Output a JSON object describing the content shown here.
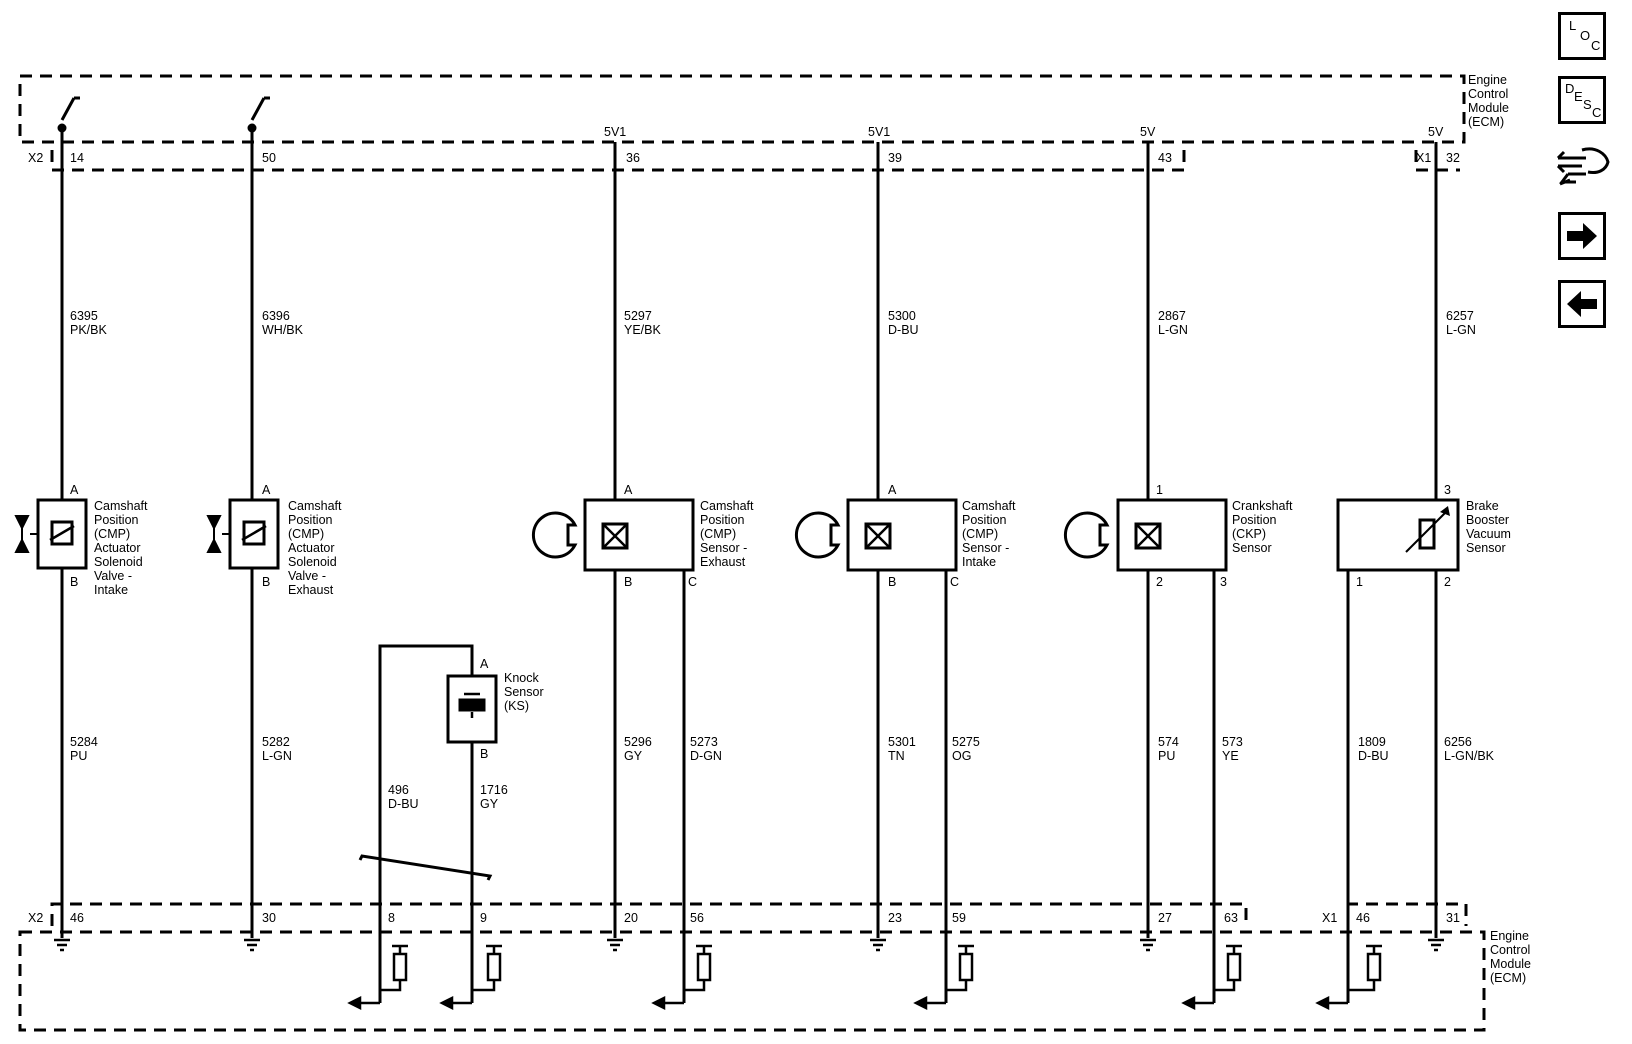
{
  "ecm": {
    "label_lines": [
      "Engine",
      "Control",
      "Module",
      "(ECM)"
    ]
  },
  "connectors": {
    "x2_top": "X2",
    "x1_top": "X1",
    "x2_bottom": "X2",
    "x1_bottom": "X1"
  },
  "top_pins": [
    "14",
    "50",
    "36",
    "39",
    "43",
    "32"
  ],
  "voltages": [
    "5V1",
    "5V1",
    "5V",
    "5V"
  ],
  "upper_wires": [
    {
      "circuit": "6395",
      "color": "PK/BK"
    },
    {
      "circuit": "6396",
      "color": "WH/BK"
    },
    {
      "circuit": "5297",
      "color": "YE/BK"
    },
    {
      "circuit": "5300",
      "color": "D-BU"
    },
    {
      "circuit": "2867",
      "color": "L-GN"
    },
    {
      "circuit": "6257",
      "color": "L-GN"
    }
  ],
  "components": {
    "cmp_act_intake": {
      "pin_top": "A",
      "pin_bottom": "B",
      "label": [
        "Camshaft",
        "Position",
        "(CMP)",
        "Actuator",
        "Solenoid",
        "Valve -",
        "Intake"
      ]
    },
    "cmp_act_exhaust": {
      "pin_top": "A",
      "pin_bottom": "B",
      "label": [
        "Camshaft",
        "Position",
        "(CMP)",
        "Actuator",
        "Solenoid",
        "Valve -",
        "Exhaust"
      ]
    },
    "cmp_sensor_exhaust": {
      "pin_top": "A",
      "pin_b": "B",
      "pin_c": "C",
      "label": [
        "Camshaft",
        "Position",
        "(CMP)",
        "Sensor -",
        "Exhaust"
      ]
    },
    "cmp_sensor_intake": {
      "pin_top": "A",
      "pin_b": "B",
      "pin_c": "C",
      "label": [
        "Camshaft",
        "Position",
        "(CMP)",
        "Sensor -",
        "Intake"
      ]
    },
    "ckp_sensor": {
      "pin_top": "1",
      "pin_b": "2",
      "pin_c": "3",
      "label": [
        "Crankshaft",
        "Position",
        "(CKP)",
        "Sensor"
      ]
    },
    "brake_sensor": {
      "pin_top": "3",
      "pin_left": "1",
      "pin_right": "2",
      "label": [
        "Brake",
        "Booster",
        "Vacuum",
        "Sensor"
      ]
    },
    "knock_sensor": {
      "pin_top": "A",
      "pin_bottom": "B",
      "label": [
        "Knock",
        "Sensor",
        "(KS)"
      ]
    }
  },
  "lower_wires": [
    {
      "circuit": "5284",
      "color": "PU"
    },
    {
      "circuit": "5282",
      "color": "L-GN"
    },
    {
      "circuit": "496",
      "color": "D-BU"
    },
    {
      "circuit": "1716",
      "color": "GY"
    },
    {
      "circuit": "5296",
      "color": "GY"
    },
    {
      "circuit": "5273",
      "color": "D-GN"
    },
    {
      "circuit": "5301",
      "color": "TN"
    },
    {
      "circuit": "5275",
      "color": "OG"
    },
    {
      "circuit": "574",
      "color": "PU"
    },
    {
      "circuit": "573",
      "color": "YE"
    },
    {
      "circuit": "1809",
      "color": "D-BU"
    },
    {
      "circuit": "6256",
      "color": "L-GN/BK"
    }
  ],
  "bottom_pins": [
    "46",
    "30",
    "8",
    "9",
    "20",
    "56",
    "23",
    "59",
    "27",
    "63",
    "46",
    "31"
  ],
  "nav": {
    "loc": [
      "L",
      "O",
      "C"
    ],
    "desc": [
      "D",
      "E",
      "S",
      "C"
    ]
  }
}
